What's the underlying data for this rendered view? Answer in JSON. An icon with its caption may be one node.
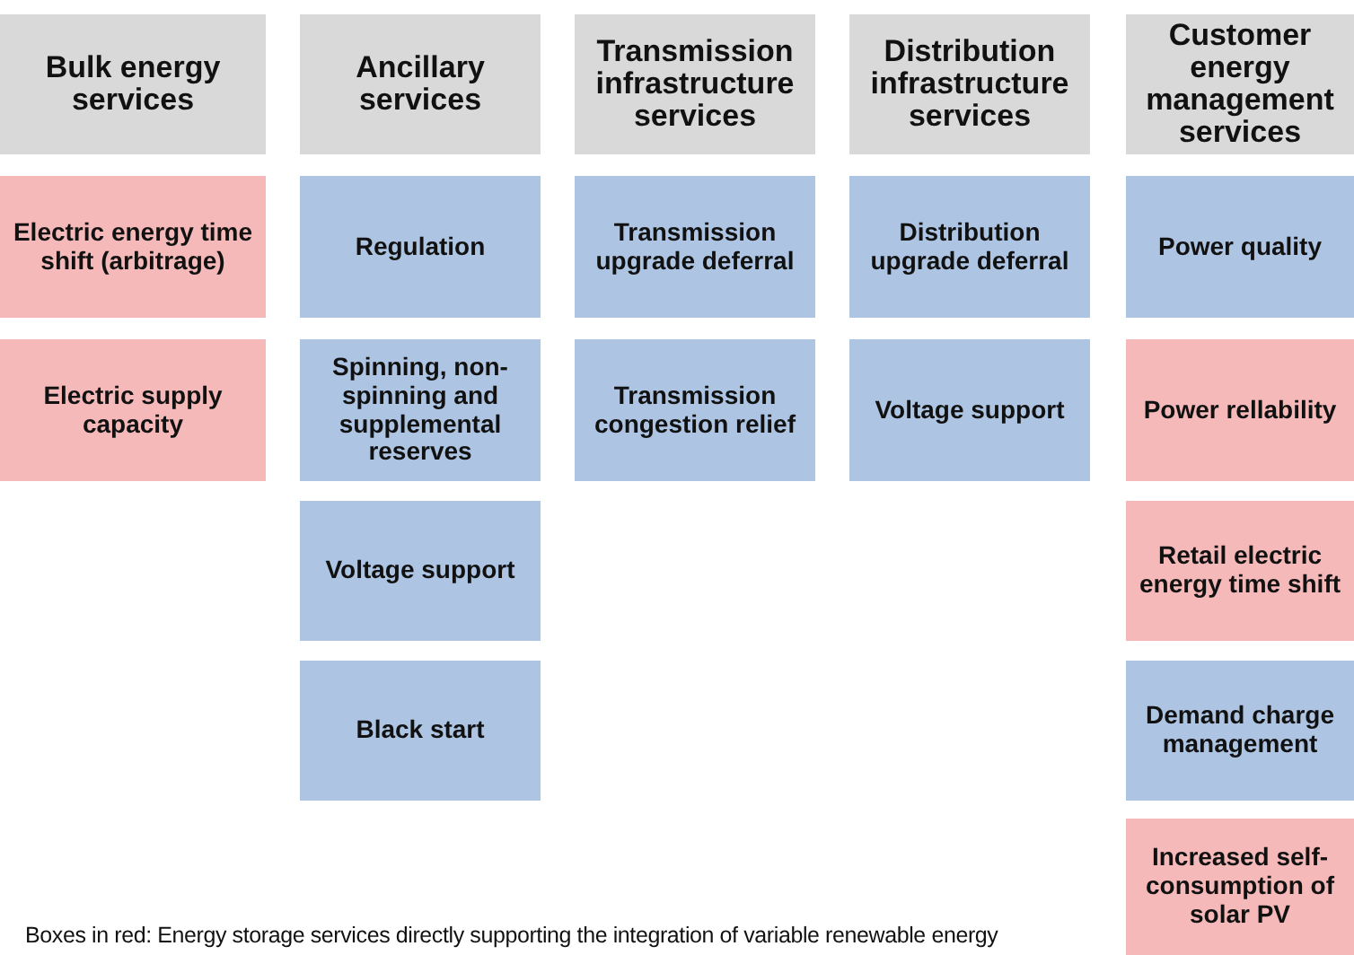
{
  "diagram": {
    "nodes": [
      {
        "text": [
          "Bulk energy services"
        ]
      },
      {
        "text": [
          "Ancillary services"
        ]
      },
      {
        "text": [
          "Transmission infrastructure services"
        ]
      },
      {
        "text": [
          "Distribution infrastructure services"
        ]
      },
      {
        "text": [
          "Customer energy management services"
        ]
      },
      {
        "text": [
          "Electric energy time shift (arbitrage)"
        ]
      },
      {
        "text": [
          "Regulation"
        ]
      },
      {
        "text": [
          "Transmission upgrade deferral"
        ]
      },
      {
        "text": [
          "Distribution upgrade deferral"
        ]
      },
      {
        "text": [
          "Power quality"
        ]
      },
      {
        "text": [
          "Electric supply capacity"
        ]
      },
      {
        "text": [
          "Spinning, non-spinning and supplemental reserves"
        ]
      },
      {
        "text": [
          "Transmission congestion relief"
        ]
      },
      {
        "text": [
          "Voltage support"
        ]
      },
      {
        "text": [
          "Power rellability"
        ]
      },
      {
        "text": [
          "Voltage support"
        ]
      },
      {
        "text": [
          "Retail electric energy time shift"
        ]
      },
      {
        "text": [
          "Black start"
        ]
      },
      {
        "text": [
          "Demand charge management"
        ]
      },
      {
        "text": [
          "Increased self-consumption of solar PV"
        ]
      }
    ],
    "edges": [],
    "labels": [
      "Boxes in red: Energy storage services directly supporting the integration of variable renewable energy"
    ]
  }
}
